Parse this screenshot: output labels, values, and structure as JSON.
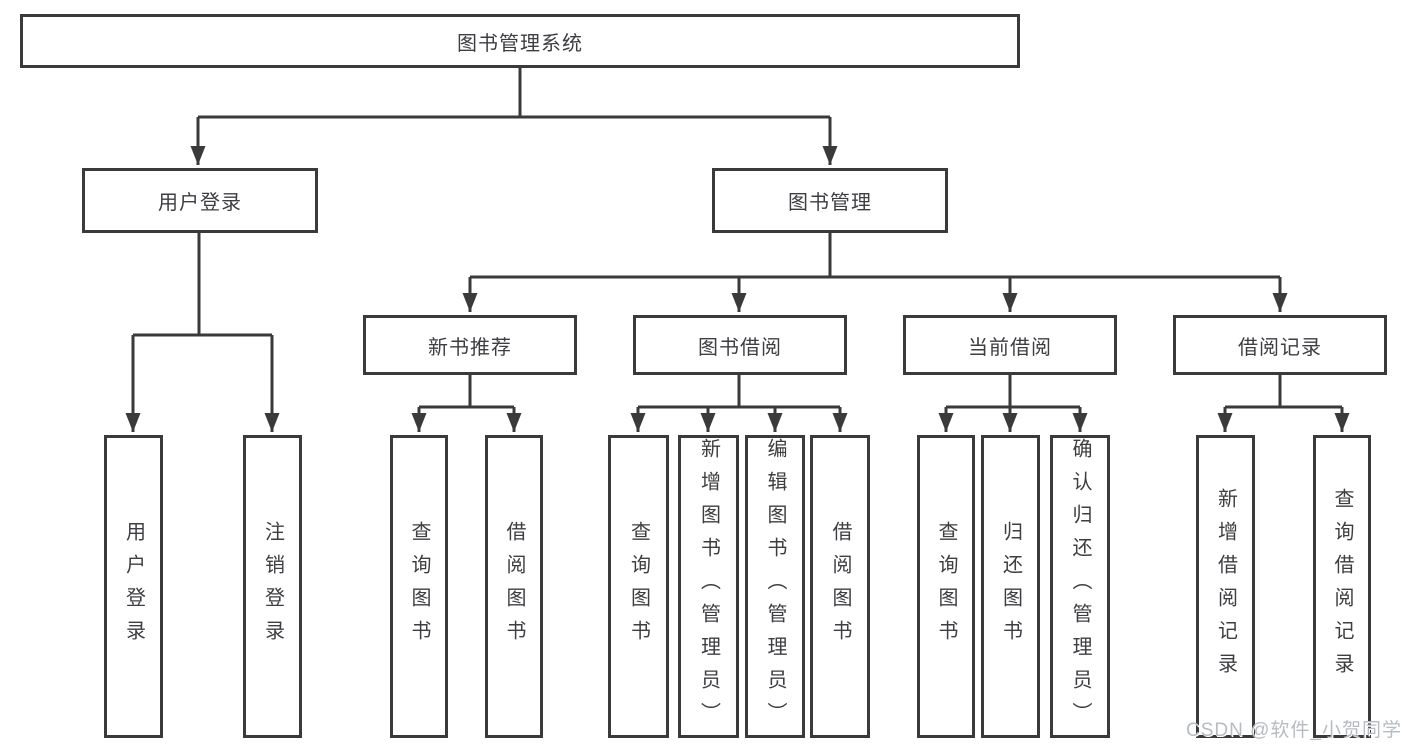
{
  "tree": {
    "label": "图书管理系统",
    "children": [
      {
        "label": "用户登录",
        "children": [
          {
            "label": "用户登录"
          },
          {
            "label": "注销登录"
          }
        ]
      },
      {
        "label": "图书管理",
        "children": [
          {
            "label": "新书推荐",
            "children": [
              {
                "label": "查询图书"
              },
              {
                "label": "借阅图书"
              }
            ]
          },
          {
            "label": "图书借阅",
            "children": [
              {
                "label": "查询图书"
              },
              {
                "label": "新增图书（管理员）"
              },
              {
                "label": "编辑图书（管理员）"
              },
              {
                "label": "借阅图书"
              }
            ]
          },
          {
            "label": "当前借阅",
            "children": [
              {
                "label": "查询图书"
              },
              {
                "label": "归还图书"
              },
              {
                "label": "确认归还（管理员）"
              }
            ]
          },
          {
            "label": "借阅记录",
            "children": [
              {
                "label": "新增借阅记录"
              },
              {
                "label": "查询借阅记录"
              }
            ]
          }
        ]
      }
    ]
  },
  "watermark": "CSDN @软件_小贺同学",
  "colors": {
    "line": "#3a3a3a",
    "text": "#3e3e42",
    "watermark": "#b7bbc2"
  }
}
